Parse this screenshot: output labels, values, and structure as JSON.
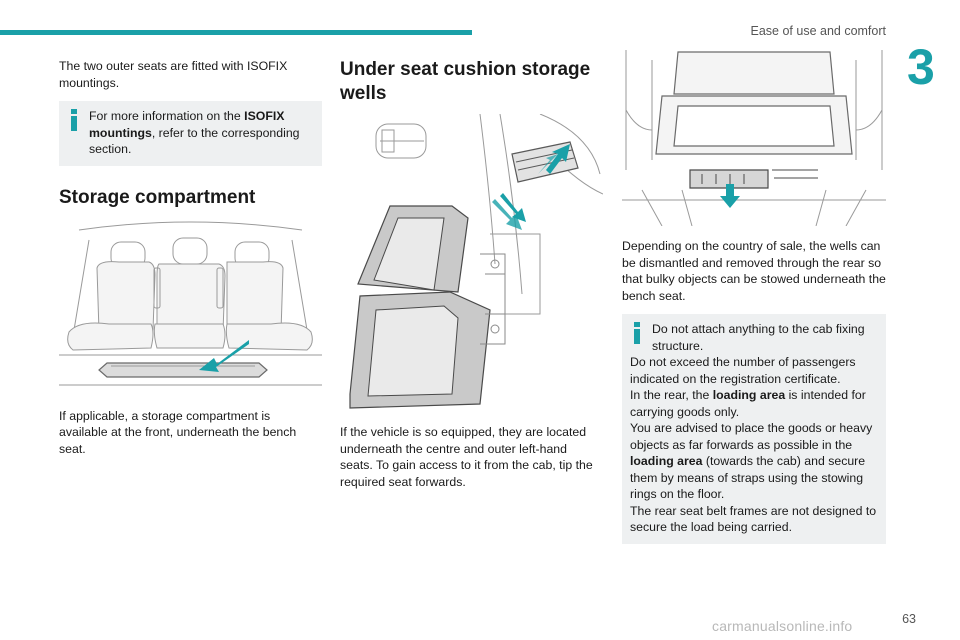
{
  "header": {
    "section": "Ease of use and comfort",
    "chapter": "3",
    "page": "63"
  },
  "watermark": "carmanualsonline.info",
  "col1": {
    "intro": "The two outer seats are fitted with ISOFIX mountings.",
    "info_pre": "For more information on the ",
    "info_bold": "ISOFIX mountings",
    "info_post": ", refer to the corresponding section.",
    "heading": "Storage compartment",
    "body": "If applicable, a storage compartment is available at the front, underneath the bench seat."
  },
  "col2": {
    "heading": "Under seat cushion storage wells",
    "body": "If the vehicle is so equipped, they are located underneath the centre and outer left-hand seats. To gain access to it from the cab, tip the required seat forwards."
  },
  "col3": {
    "body": "Depending on the country of sale, the wells can be dismantled and removed through the rear so that bulky objects can be stowed underneath the bench seat.",
    "info_line1": "Do not attach anything to the cab fixing structure.",
    "info_line2": "Do not exceed the number of passengers indicated on the registration certificate.",
    "info_line3_pre": "In the rear, the ",
    "info_line3_bold": "loading area",
    "info_line3_post": " is intended for carrying goods only.",
    "info_line4_pre": "You are advised to place the goods or heavy objects as far forwards as possible in the ",
    "info_line4_bold": "loading area",
    "info_line4_post": " (towards the cab) and secure them by means of straps using the stowing rings on the floor.",
    "info_line5": "The rear seat belt frames are not designed to secure the load being carried."
  },
  "colors": {
    "accent": "#1aa0a8",
    "infobox": "#eef0f1"
  }
}
